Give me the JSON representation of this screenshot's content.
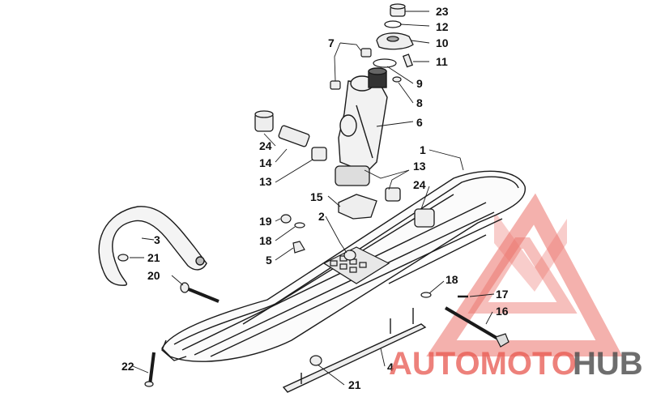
{
  "watermark": {
    "brand_part1": "AUTOMOTO",
    "brand_part2": "HUB",
    "color_primary": "#e8584f",
    "color_secondary": "#4a4a4a"
  },
  "diagram": {
    "line_color": "#1a1a1a",
    "callouts": [
      "23",
      "12",
      "10",
      "11",
      "7",
      "9",
      "8",
      "6",
      "1",
      "24",
      "14",
      "13",
      "13",
      "24",
      "15",
      "2",
      "19",
      "18",
      "5",
      "3",
      "21",
      "20",
      "18",
      "17",
      "16",
      "22",
      "4",
      "21"
    ]
  }
}
